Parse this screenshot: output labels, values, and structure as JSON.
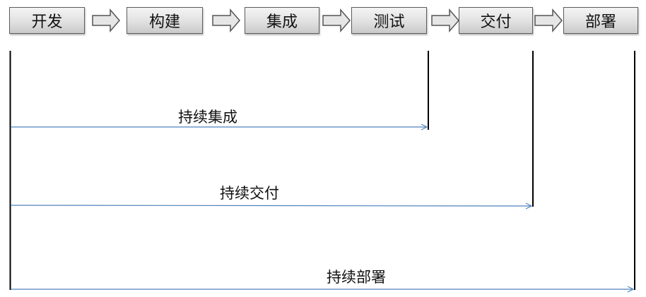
{
  "stages": [
    {
      "id": "dev",
      "label": "开发"
    },
    {
      "id": "build",
      "label": "构建"
    },
    {
      "id": "integrate",
      "label": "集成"
    },
    {
      "id": "test",
      "label": "测试"
    },
    {
      "id": "deliver",
      "label": "交付"
    },
    {
      "id": "deploy",
      "label": "部署"
    }
  ],
  "flows": [
    {
      "id": "ci",
      "label": "持续集成",
      "ends_at_stage": "test"
    },
    {
      "id": "cd-delivery",
      "label": "持续交付",
      "ends_at_stage": "deliver"
    },
    {
      "id": "cd-deploy",
      "label": "持续部署",
      "ends_at_stage": "deploy"
    }
  ],
  "colors": {
    "box_border": "#5c5c5c",
    "box_fill_top": "#f4f4f4",
    "box_fill_bottom": "#c9c9c9",
    "step_arrow_fill": "#e6e6e6",
    "step_arrow_stroke": "#555555",
    "flow_arrow": "#4f81bd",
    "vertical_line": "#000000"
  }
}
